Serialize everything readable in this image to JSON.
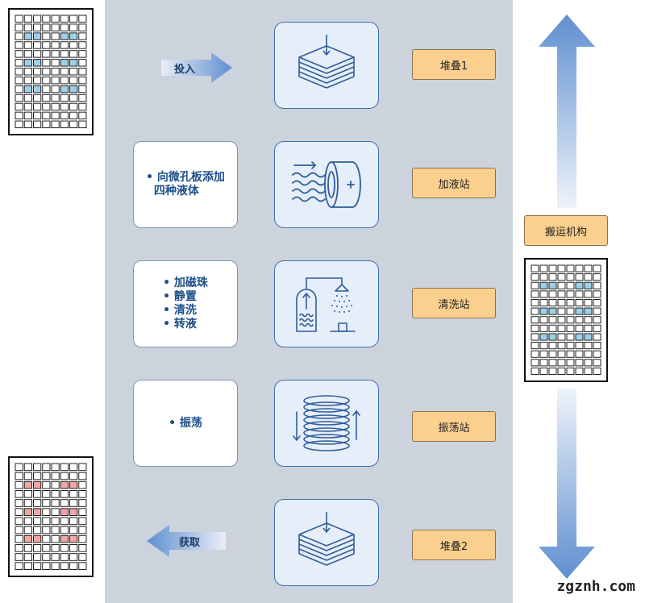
{
  "input_arrow": {
    "label": "投入"
  },
  "output_arrow": {
    "label": "获取"
  },
  "stations": [
    {
      "icon": "stack-icon",
      "label": "堆叠1",
      "notes": []
    },
    {
      "icon": "liquid-add-icon",
      "label": "加液站",
      "notes": [
        "• 向微孔板添加",
        "  四种液体"
      ]
    },
    {
      "icon": "wash-icon",
      "label": "清洗站",
      "notes": [
        "• 加磁珠",
        "• 静置",
        "• 清洗",
        "• 转液"
      ]
    },
    {
      "icon": "coil-icon",
      "label": "振荡站",
      "notes": [
        "• 振荡"
      ]
    },
    {
      "icon": "stack-icon",
      "label": "堆叠2",
      "notes": []
    }
  ],
  "transport": {
    "label": "搬运机构"
  },
  "colors": {
    "panel": "#ccd3dd",
    "station_label": "#fbcf8d",
    "icon_stroke": "#2f5d99",
    "arrow_blue": "#6f9ad3",
    "well_blue": "#9ed0ea",
    "well_red": "#f2a6a6"
  },
  "watermark": "zgznh.com"
}
